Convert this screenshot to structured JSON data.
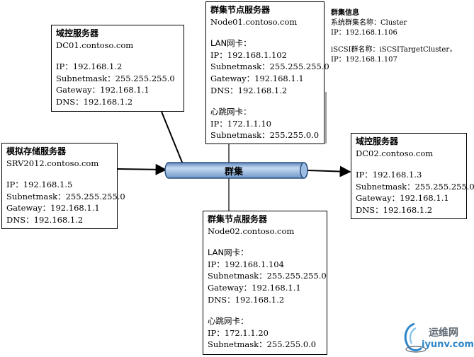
{
  "dc01": {
    "title": "域控服务器",
    "host": "DC01.contoso.com",
    "ip": "IP：192.168.1.2",
    "mask": "Subnetmask：255.255.255.0",
    "gw": "Gateway：192.168.1.1",
    "dns": "DNS：192.168.1.2"
  },
  "node01": {
    "title": "群集节点服务器",
    "host": "Node01.contoso.com",
    "lan_title": "LAN网卡：",
    "lan_ip": "IP：192.168.1.102",
    "lan_mask": "Subnetmask：255.255.255.0",
    "lan_gw": "Gateway：192.168.1.1",
    "lan_dns": "DNS：192.168.1.2",
    "hb_title": "心跳网卡：",
    "hb_ip": "IP：172.1.1.10",
    "hb_mask": "Subnetmask：255.255.0.0"
  },
  "cluster_info": {
    "title": "群集信息",
    "name": "系统群集名称：Cluster",
    "ip": "IP：192.168.1.106",
    "iscsi": "iSCSI群名称：iSCSITargetCluster，",
    "iscsi_ip": "IP：192.168.1.107"
  },
  "storage": {
    "title": "模拟存储服务器",
    "host": "SRV2012.contoso.com",
    "ip": "IP：192.168.1.5",
    "mask": "Subnetmask：255.255.255.0",
    "gw": "Gateway：192.168.1.1",
    "dns": "DNS：192.168.1.2"
  },
  "dc02": {
    "title": "域控服务器",
    "host": "DC02.contoso.com",
    "ip": "IP：192.168.1.3",
    "mask": "Subnetmask：255.255.255.0",
    "gw": "Gateway：192.168.1.1",
    "dns": "DNS：192.168.1.2"
  },
  "node02": {
    "title": "群集节点服务器",
    "host": "Node02.contoso.com",
    "lan_title": "LAN网卡：",
    "lan_ip": "IP：192.168.1.104",
    "lan_mask": "Subnetmask：255.255.255.0",
    "lan_gw": "Gateway：192.168.1.1",
    "lan_dns": "DNS：192.168.1.2",
    "hb_title": "心跳网卡：",
    "hb_ip": "IP：172.1.1.20",
    "hb_mask": "Subnetmask：255.255.0.0"
  },
  "cluster_pipe": {
    "label": "群集"
  },
  "watermark": {
    "cn": "运维网",
    "en": "iyunv.com"
  },
  "colors": {
    "pipe_fill": "#8fb3dc",
    "pipe_stroke": "#2b4f7e",
    "logo_blue": "#2f86c9",
    "logo_gray": "#5b6770"
  }
}
